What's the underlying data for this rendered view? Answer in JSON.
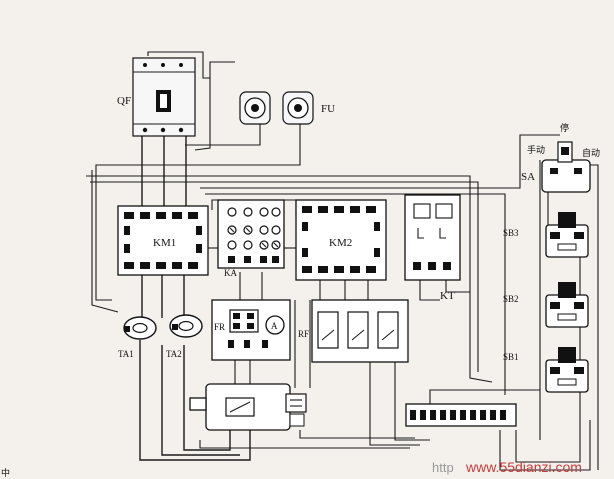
{
  "labels": {
    "qf": "QF",
    "fu": "FU",
    "km1": "KM1",
    "km2": "KM2",
    "ka": "KA",
    "kt": "KT",
    "fr": "FR",
    "rf": "RF",
    "ta1": "TA1",
    "ta2": "TA2",
    "sa": "SA",
    "sb1": "SB1",
    "sb2": "SB2",
    "sb3": "SB3",
    "manual": "手动",
    "stop": "停",
    "auto": "自动",
    "meter_symbol": "A",
    "left_edge_char": "中"
  },
  "watermark": {
    "prefix": "http",
    "site": "www.55dianzi.com"
  },
  "colors": {
    "line": "#1b1b1b",
    "background": "#f4f1ec",
    "watermark": "#c73b3b"
  }
}
